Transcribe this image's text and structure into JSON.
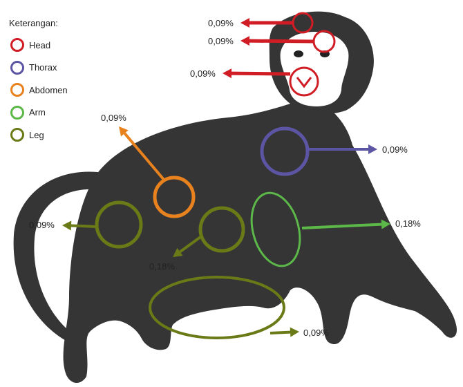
{
  "legend": {
    "title": "Keterangan:",
    "items": [
      {
        "label": "Head",
        "color": "#d01c24"
      },
      {
        "label": "Thorax",
        "color": "#5b55a4"
      },
      {
        "label": "Abdomen",
        "color": "#e8821e"
      },
      {
        "label": "Arm",
        "color": "#5cb848"
      },
      {
        "label": "Leg",
        "color": "#6a7a16"
      }
    ]
  },
  "annotations": {
    "head_top": "0,09%",
    "head_eye": "0,09%",
    "head_mouth": "0,09%",
    "thorax": "0,09%",
    "abdomen": "0,09%",
    "arm": "0,18%",
    "leg_rear_thigh": "0,09%",
    "leg_front_thigh": "0,18%",
    "leg_foot": "0,09%"
  },
  "colors": {
    "body": "#353535",
    "face": "#ffffff"
  }
}
